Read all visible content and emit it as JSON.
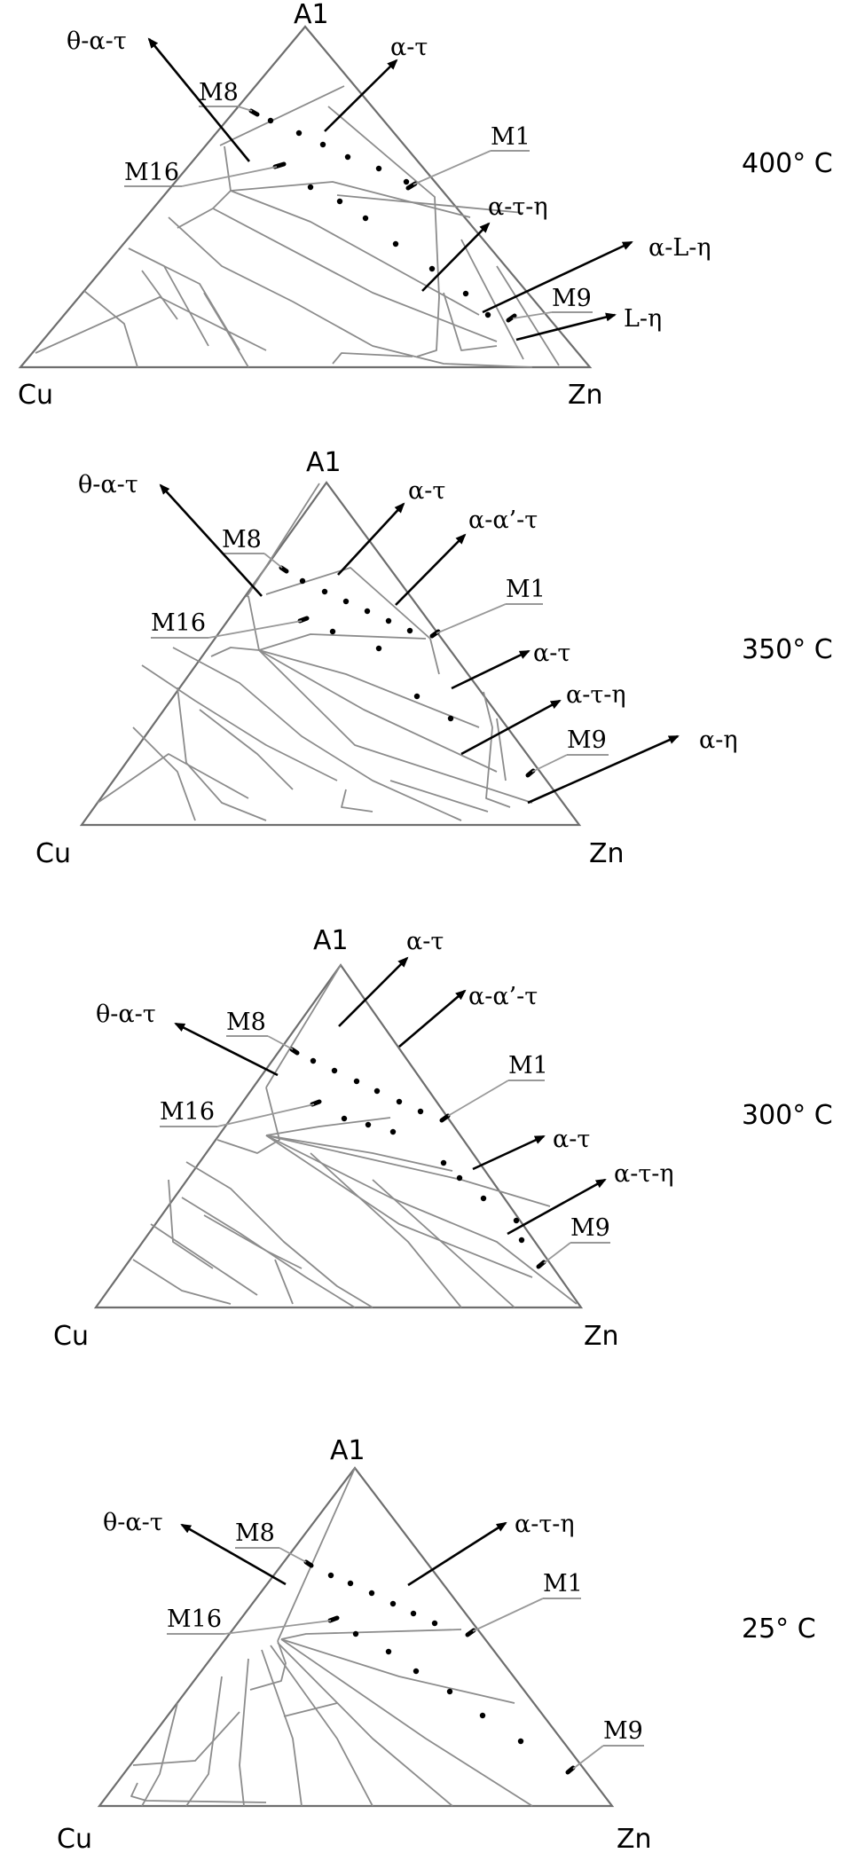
{
  "panels": [
    {
      "temperature": "400° C",
      "corners": {
        "top": "A1",
        "left": "Cu",
        "right": "Zn"
      },
      "samples": [
        "M8",
        "M16",
        "M1",
        "M9"
      ],
      "phase_regions": [
        "θ-α-τ",
        "α-τ",
        "α-τ-η",
        "α-L-η",
        "L-η"
      ]
    },
    {
      "temperature": "350° C",
      "corners": {
        "top": "A1",
        "left": "Cu",
        "right": "Zn"
      },
      "samples": [
        "M8",
        "M16",
        "M1",
        "M9"
      ],
      "phase_regions": [
        "θ-α-τ",
        "α-τ",
        "α-α’-τ",
        "α-τ",
        "α-τ-η",
        "α-η"
      ]
    },
    {
      "temperature": "300° C",
      "corners": {
        "top": "A1",
        "left": "Cu",
        "right": "Zn"
      },
      "samples": [
        "M8",
        "M16",
        "M1",
        "M9"
      ],
      "phase_regions": [
        "θ-α-τ",
        "α-τ",
        "α-α’-τ",
        "α-τ",
        "α-τ-η"
      ]
    },
    {
      "temperature": "25° C",
      "corners": {
        "top": "A1",
        "left": "Cu",
        "right": "Zn"
      },
      "samples": [
        "M8",
        "M16",
        "M1",
        "M9"
      ],
      "phase_regions": [
        "θ-α-τ",
        "α-τ-η"
      ]
    }
  ]
}
